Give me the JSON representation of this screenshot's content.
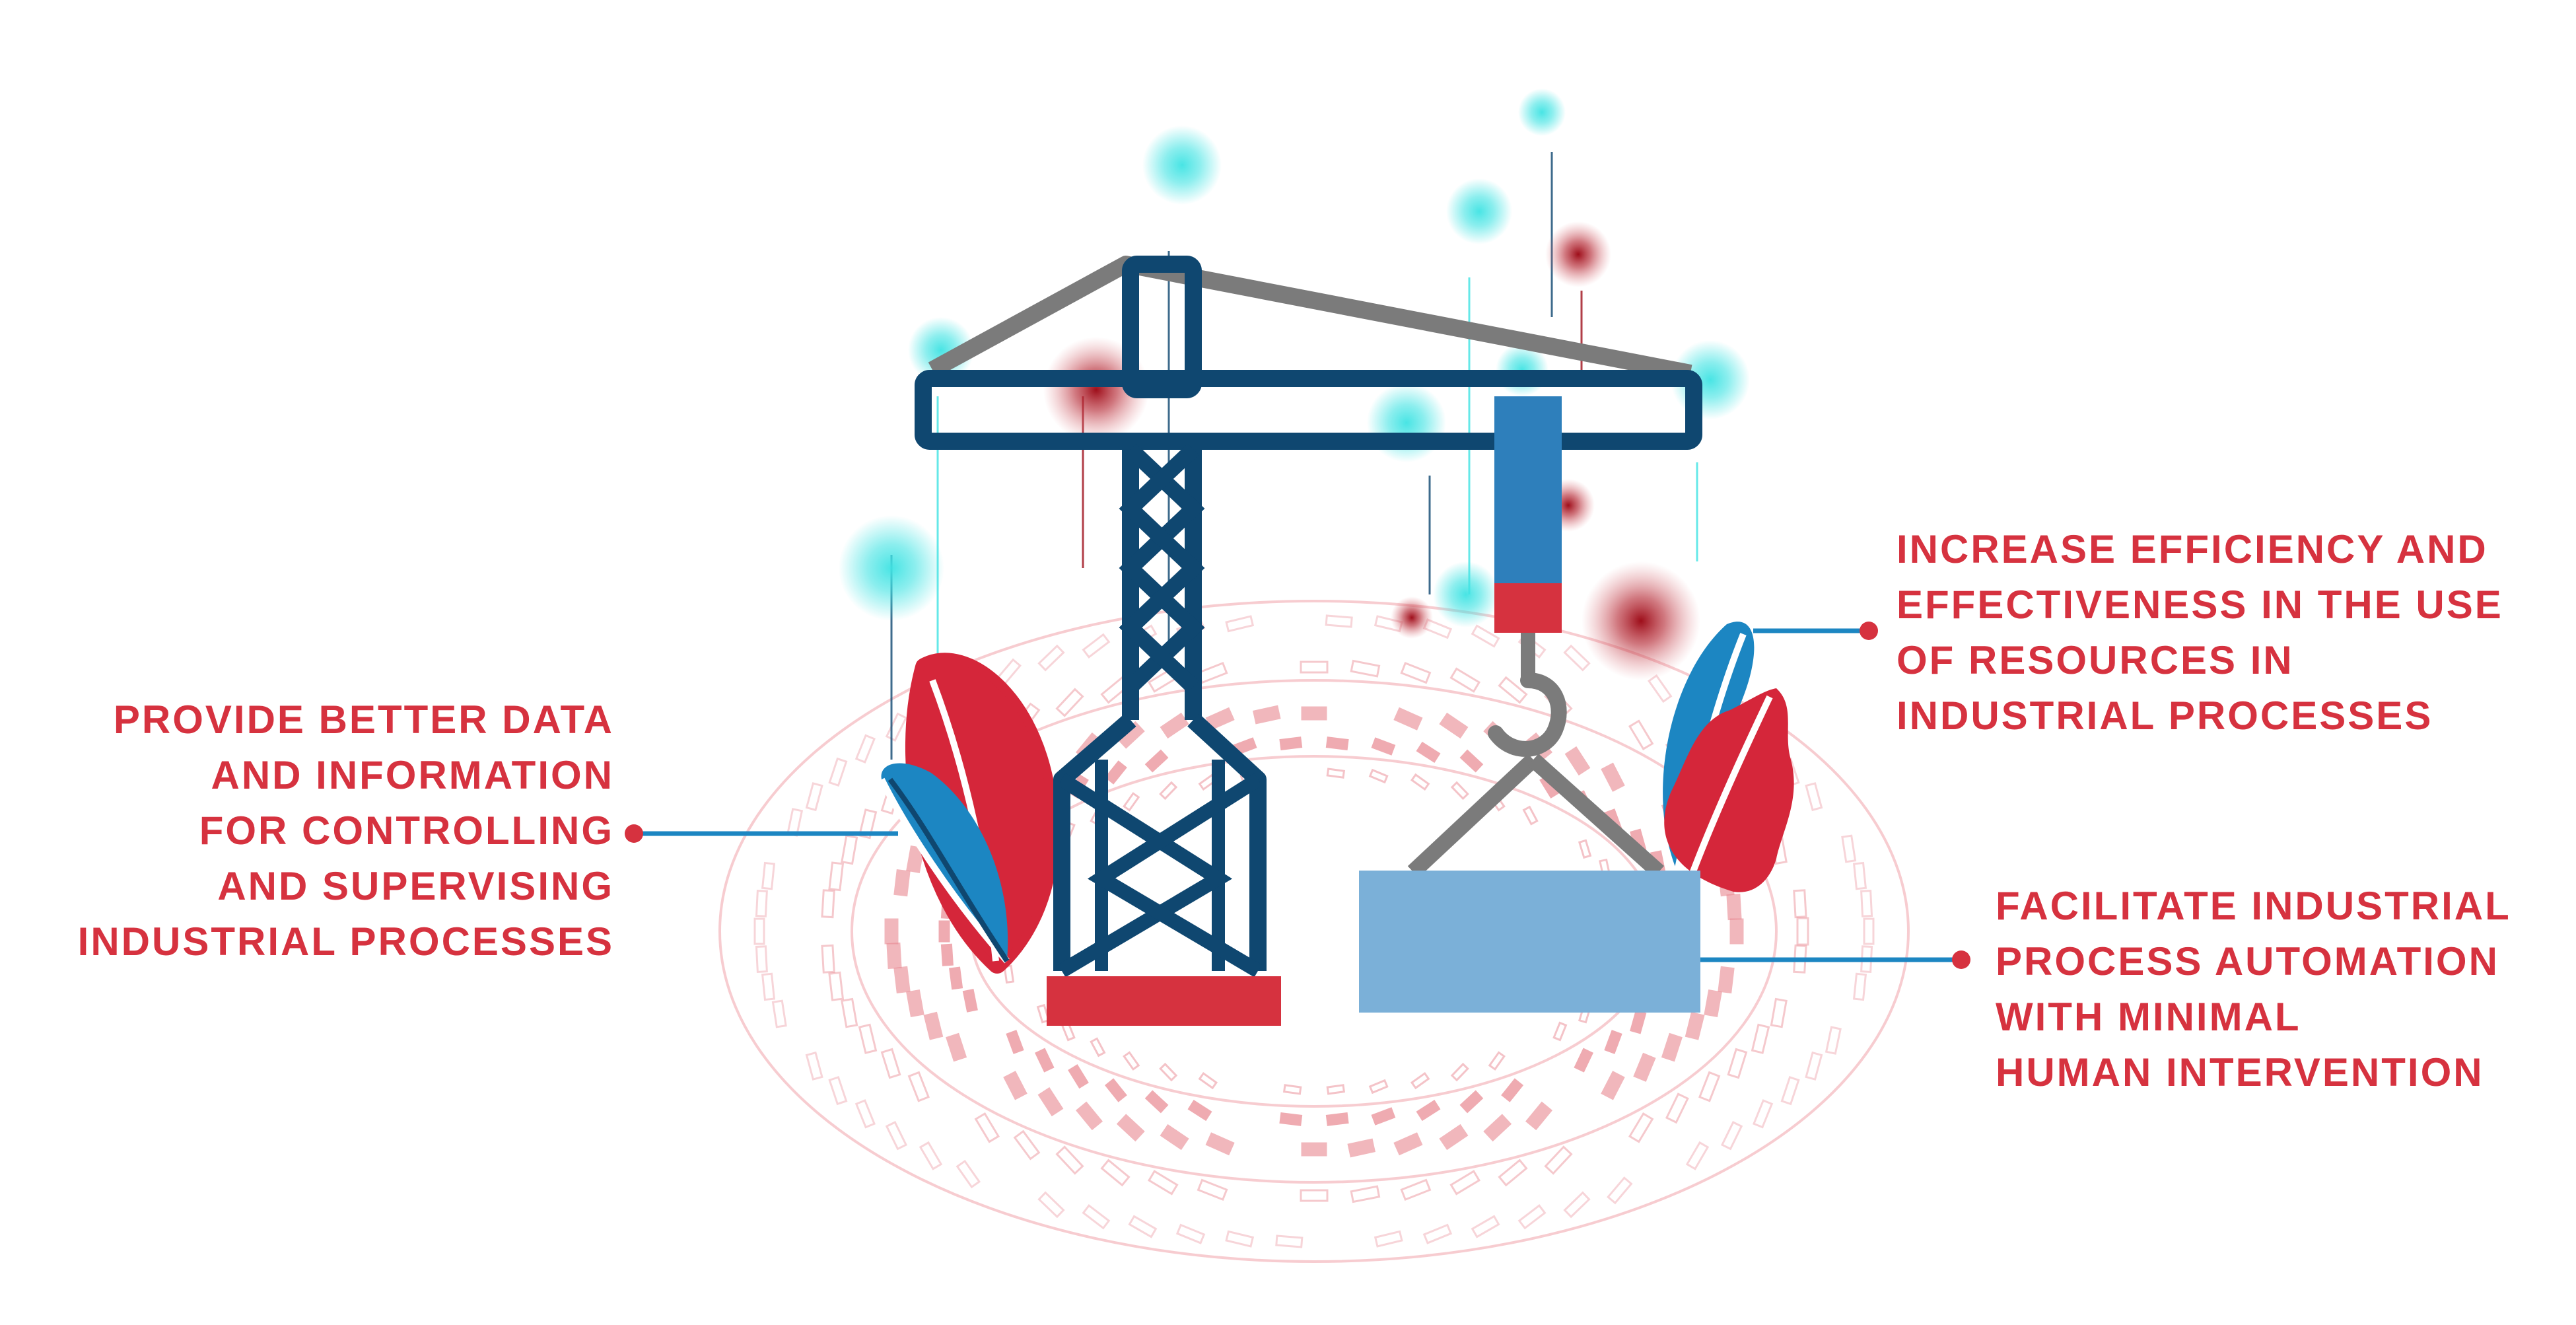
{
  "colors": {
    "crane_navy": "#0f4770",
    "crane_gray": "#7b7b7b",
    "accent_red": "#d6323f",
    "hook_blue": "#2e7fbb",
    "block_lightblue": "#7bb0d8",
    "leaf_blue": "#1c86c2",
    "leaf_red": "#d5263a",
    "glow_cyan": "#3fe3e3",
    "glow_darkred": "#9e0e1a",
    "ring_pink": "#f0a3a9"
  },
  "icons": [
    "tower-crane-icon",
    "hook-icon",
    "cargo-block-icon",
    "leaf-icon",
    "tech-ring-icon"
  ],
  "callouts": {
    "left": {
      "lines": [
        "PROVIDE BETTER DATA",
        "AND INFORMATION",
        "FOR CONTROLLING",
        "AND SUPERVISING",
        "INDUSTRIAL PROCESSES"
      ]
    },
    "top_right": {
      "lines": [
        "INCREASE EFFICIENCY AND",
        "EFFECTIVENESS IN THE USE",
        "OF RESOURCES IN",
        "INDUSTRIAL PROCESSES"
      ]
    },
    "bottom_right": {
      "lines": [
        "FACILITATE INDUSTRIAL",
        "PROCESS AUTOMATION",
        "WITH MINIMAL",
        "HUMAN INTERVENTION"
      ]
    }
  }
}
